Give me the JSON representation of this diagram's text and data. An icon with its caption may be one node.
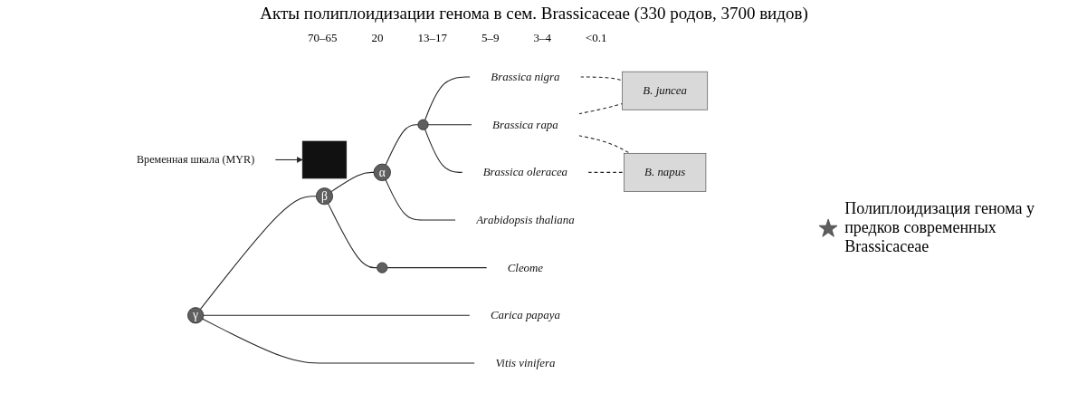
{
  "diagram": {
    "title": "Акты полиплоидизации генома в сем. Brassicaceae (330 родов, 3700 видов)",
    "nodes": [
      {
        "text": [
          "Временная шкала (MYR)"
        ]
      },
      {
        "text": [],
        "shape": "bar"
      },
      {
        "text": [
          "γ"
        ]
      },
      {
        "text": [
          "β"
        ]
      },
      {
        "text": [
          "α"
        ]
      },
      {
        "text": [],
        "shape": "star"
      },
      {
        "text": [],
        "shape": "star"
      },
      {
        "text": [
          "Brassica oleracea"
        ]
      },
      {
        "text": [
          "Brassica rapa"
        ]
      },
      {
        "text": [
          "Brassica nigra"
        ]
      },
      {
        "text": [
          "Arabidopsis thaliana"
        ]
      },
      {
        "text": [
          "Cleome"
        ]
      },
      {
        "text": [
          "Carica papaya"
        ]
      },
      {
        "text": [
          "Vitis vinifera"
        ]
      },
      {
        "text": [
          "B. napus"
        ]
      },
      {
        "text": [
          "B. juncea"
        ]
      }
    ],
    "edges": [
      {
        "from": 0,
        "to": 1,
        "arrow": "to"
      },
      {
        "from": 2,
        "to": 13,
        "arrow": "none"
      },
      {
        "from": 2,
        "to": 12,
        "arrow": "none"
      },
      {
        "from": 2,
        "to": 3,
        "arrow": "none"
      },
      {
        "from": 3,
        "to": 6,
        "arrow": "none"
      },
      {
        "from": 6,
        "to": 11,
        "arrow": "none"
      },
      {
        "from": 3,
        "to": 4,
        "arrow": "none"
      },
      {
        "from": 4,
        "to": 10,
        "arrow": "none"
      },
      {
        "from": 4,
        "to": 5,
        "arrow": "none"
      },
      {
        "from": 5,
        "to": 9,
        "arrow": "none"
      },
      {
        "from": 5,
        "to": 8,
        "arrow": "none"
      },
      {
        "from": 5,
        "to": 7,
        "arrow": "none"
      },
      {
        "from": 7,
        "to": 14,
        "arrow": "none",
        "style": "dashed"
      },
      {
        "from": 8,
        "to": 14,
        "arrow": "none",
        "style": "dashed"
      },
      {
        "from": 8,
        "to": 15,
        "arrow": "none",
        "style": "dashed"
      },
      {
        "from": 9,
        "to": 15,
        "arrow": "none",
        "style": "dashed"
      }
    ],
    "labels": [
      "70–65",
      "20",
      "13–17",
      "5–9",
      "3–4",
      "<0.1"
    ],
    "legend": [
      {
        "text": "Полиплоидизация генома у предков современных Brassicaceae"
      }
    ]
  }
}
